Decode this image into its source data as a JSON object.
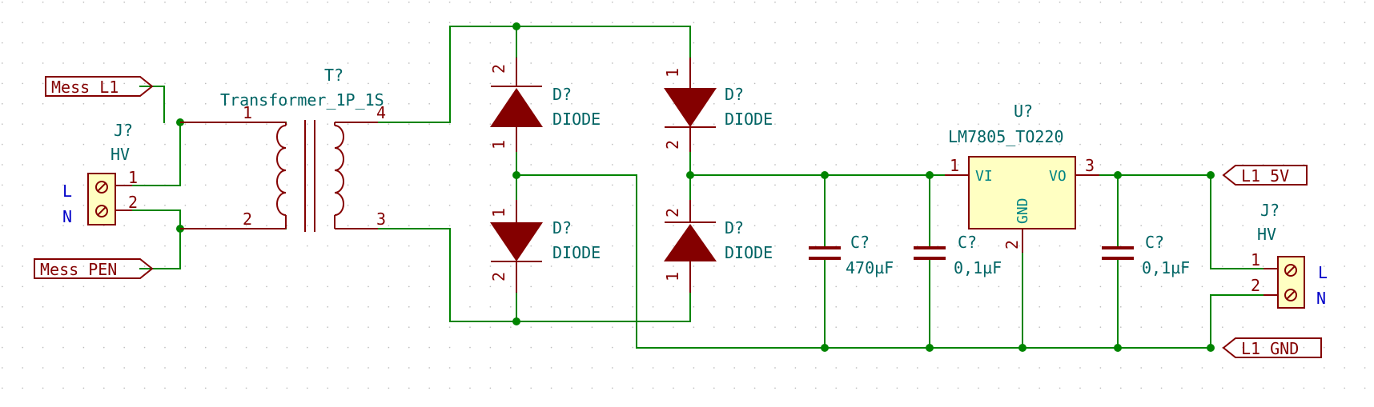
{
  "colors": {
    "wire": "#008400",
    "symbol": "#840000",
    "symbol_fill": "#ffffc2",
    "field_text": "#006464",
    "pin_text": "#840000",
    "pin_name": "#008484",
    "ln_text": "#0000c8",
    "grid_dot": "#b4b4b4",
    "background": "#ffffff"
  },
  "labels": {
    "mess_l1": "Mess_L1",
    "mess_pen": "Mess_PEN",
    "l1_5v": "L1_5V",
    "l1_gnd": "L1_GND"
  },
  "connector_left": {
    "ref": "J?",
    "value": "HV",
    "pin1": "1",
    "pin2": "2",
    "side1": "L",
    "side2": "N"
  },
  "connector_right": {
    "ref": "J?",
    "value": "HV",
    "pin1": "1",
    "pin2": "2",
    "side1": "L",
    "side2": "N"
  },
  "transformer": {
    "ref": "T?",
    "value": "Transformer_1P_1S",
    "pin1": "1",
    "pin2": "2",
    "pin3": "3",
    "pin4": "4"
  },
  "diodes": [
    {
      "ref": "D?",
      "value": "DIODE",
      "pin_top": "2",
      "pin_bottom": "1"
    },
    {
      "ref": "D?",
      "value": "DIODE",
      "pin_top": "1",
      "pin_bottom": "2"
    },
    {
      "ref": "D?",
      "value": "DIODE",
      "pin_top": "1",
      "pin_bottom": "2"
    },
    {
      "ref": "D?",
      "value": "DIODE",
      "pin_top": "2",
      "pin_bottom": "1"
    }
  ],
  "capacitors": [
    {
      "ref": "C?",
      "value": "470µF"
    },
    {
      "ref": "C?",
      "value": "0,1µF"
    },
    {
      "ref": "C?",
      "value": "0,1µF"
    }
  ],
  "regulator": {
    "ref": "U?",
    "value": "LM7805_TO220",
    "pin_vi_name": "VI",
    "pin_vo_name": "VO",
    "pin_gnd_name": "GND",
    "pin_vi_num": "1",
    "pin_vo_num": "3",
    "pin_gnd_num": "2"
  }
}
